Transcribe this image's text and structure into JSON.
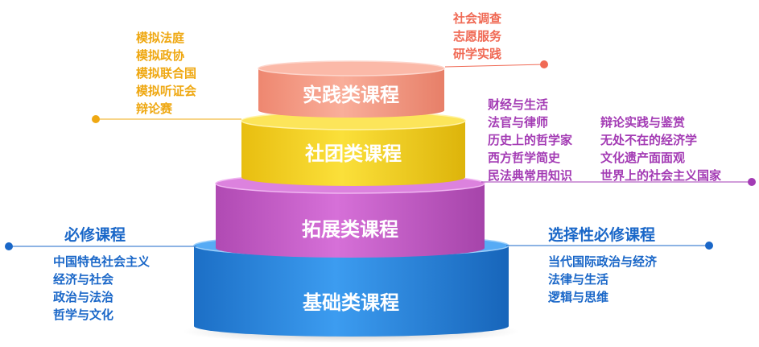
{
  "colors": {
    "practice": "#F59B85",
    "club": "#F5D21E",
    "expand": "#C95CCB",
    "base": "#2A8AE0",
    "practice_text": "#F06A55",
    "club_annot_text": "#EFA812",
    "expand_annot_text": "#A33BB4",
    "blue_text": "#1A67C8"
  },
  "tiers": {
    "practice": "实践类课程",
    "club": "社团类课程",
    "expand": "拓展类课程",
    "base": "基础类课程"
  },
  "practice_items": [
    "社会调查",
    "志愿服务",
    "研学实践"
  ],
  "club_items": [
    "模拟法庭",
    "模拟政协",
    "模拟联合国",
    "模拟听证会",
    "辩论赛"
  ],
  "expand_items_left": [
    "财经与生活",
    "法官与律师",
    "历史上的哲学家",
    "西方哲学简史",
    "民法典常用知识"
  ],
  "expand_items_right": [
    "辩论实践与鉴赏",
    "无处不在的经济学",
    "文化遗产面面观",
    "世界上的社会主义国家"
  ],
  "required": {
    "title": "必修课程",
    "items": [
      "中国特色社会主义",
      "经济与社会",
      "政治与法治",
      "哲学与文化"
    ]
  },
  "elective": {
    "title": "选择性必修课程",
    "items": [
      "当代国际政治与经济",
      "法律与生活",
      "逻辑与思维"
    ]
  }
}
